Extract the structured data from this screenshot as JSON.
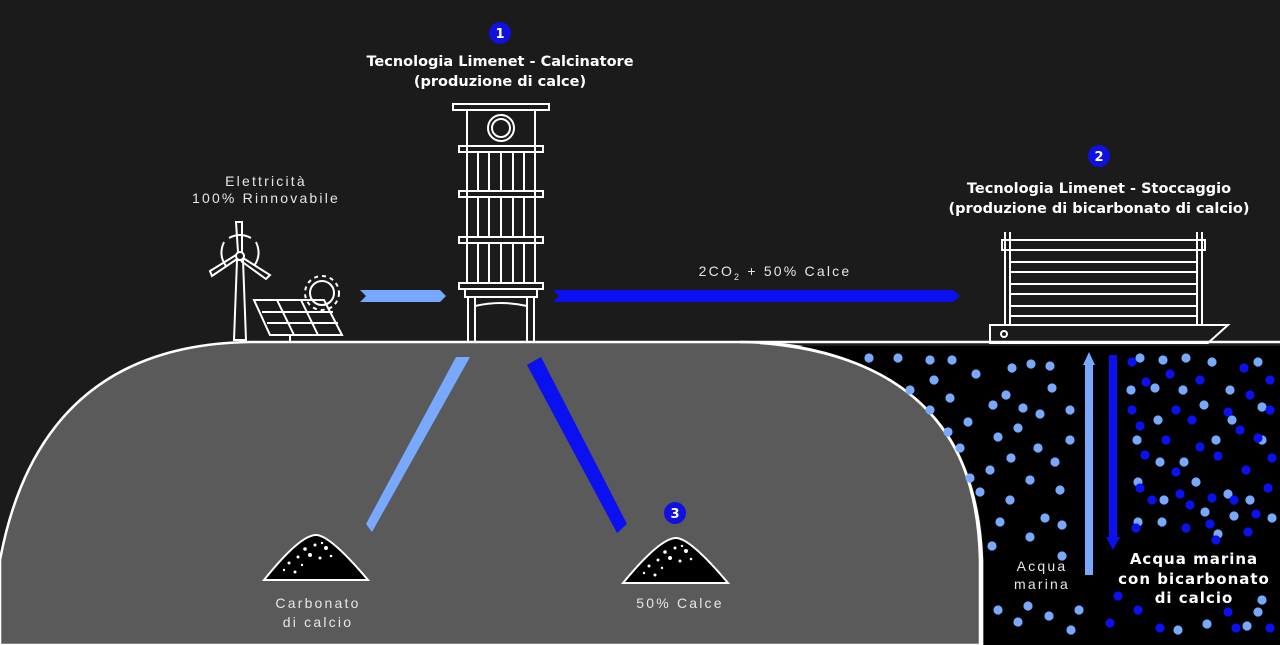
{
  "steps": {
    "calcinator": {
      "number": "1",
      "title_line1": "Tecnologia Limenet - Calcinatore",
      "title_line2": "(produzione di calce)"
    },
    "storage": {
      "number": "2",
      "title_line1": "Tecnologia Limenet - Stoccaggio",
      "title_line2": "(produzione di bicarbonato di calcio)"
    },
    "lime": {
      "number": "3"
    }
  },
  "electricity": {
    "line1": "Elettricità",
    "line2": "100% Rinnovabile"
  },
  "flow": {
    "co2_prefix": "2CO",
    "co2_sub": "2",
    "co2_suffix": " + 50% Calce"
  },
  "piles": {
    "carbonate_line1": "Carbonato",
    "carbonate_line2": "di calcio",
    "lime": "50% Calce"
  },
  "sea": {
    "water_line1": "Acqua",
    "water_line2": "marina",
    "bicarb_line1": "Acqua marina",
    "bicarb_line2": "con bicarbonato",
    "bicarb_line3": "di calcio"
  },
  "colors": {
    "background": "#1b1b1b",
    "ground": "#5a5a5a",
    "light_blue": "#78a9ff",
    "deep_blue": "#0a10f0"
  },
  "icons": [
    "wind-turbine-icon",
    "solar-panel-icon",
    "sun-icon",
    "calcinator-tower-icon",
    "storage-barge-icon",
    "pile-icon"
  ]
}
